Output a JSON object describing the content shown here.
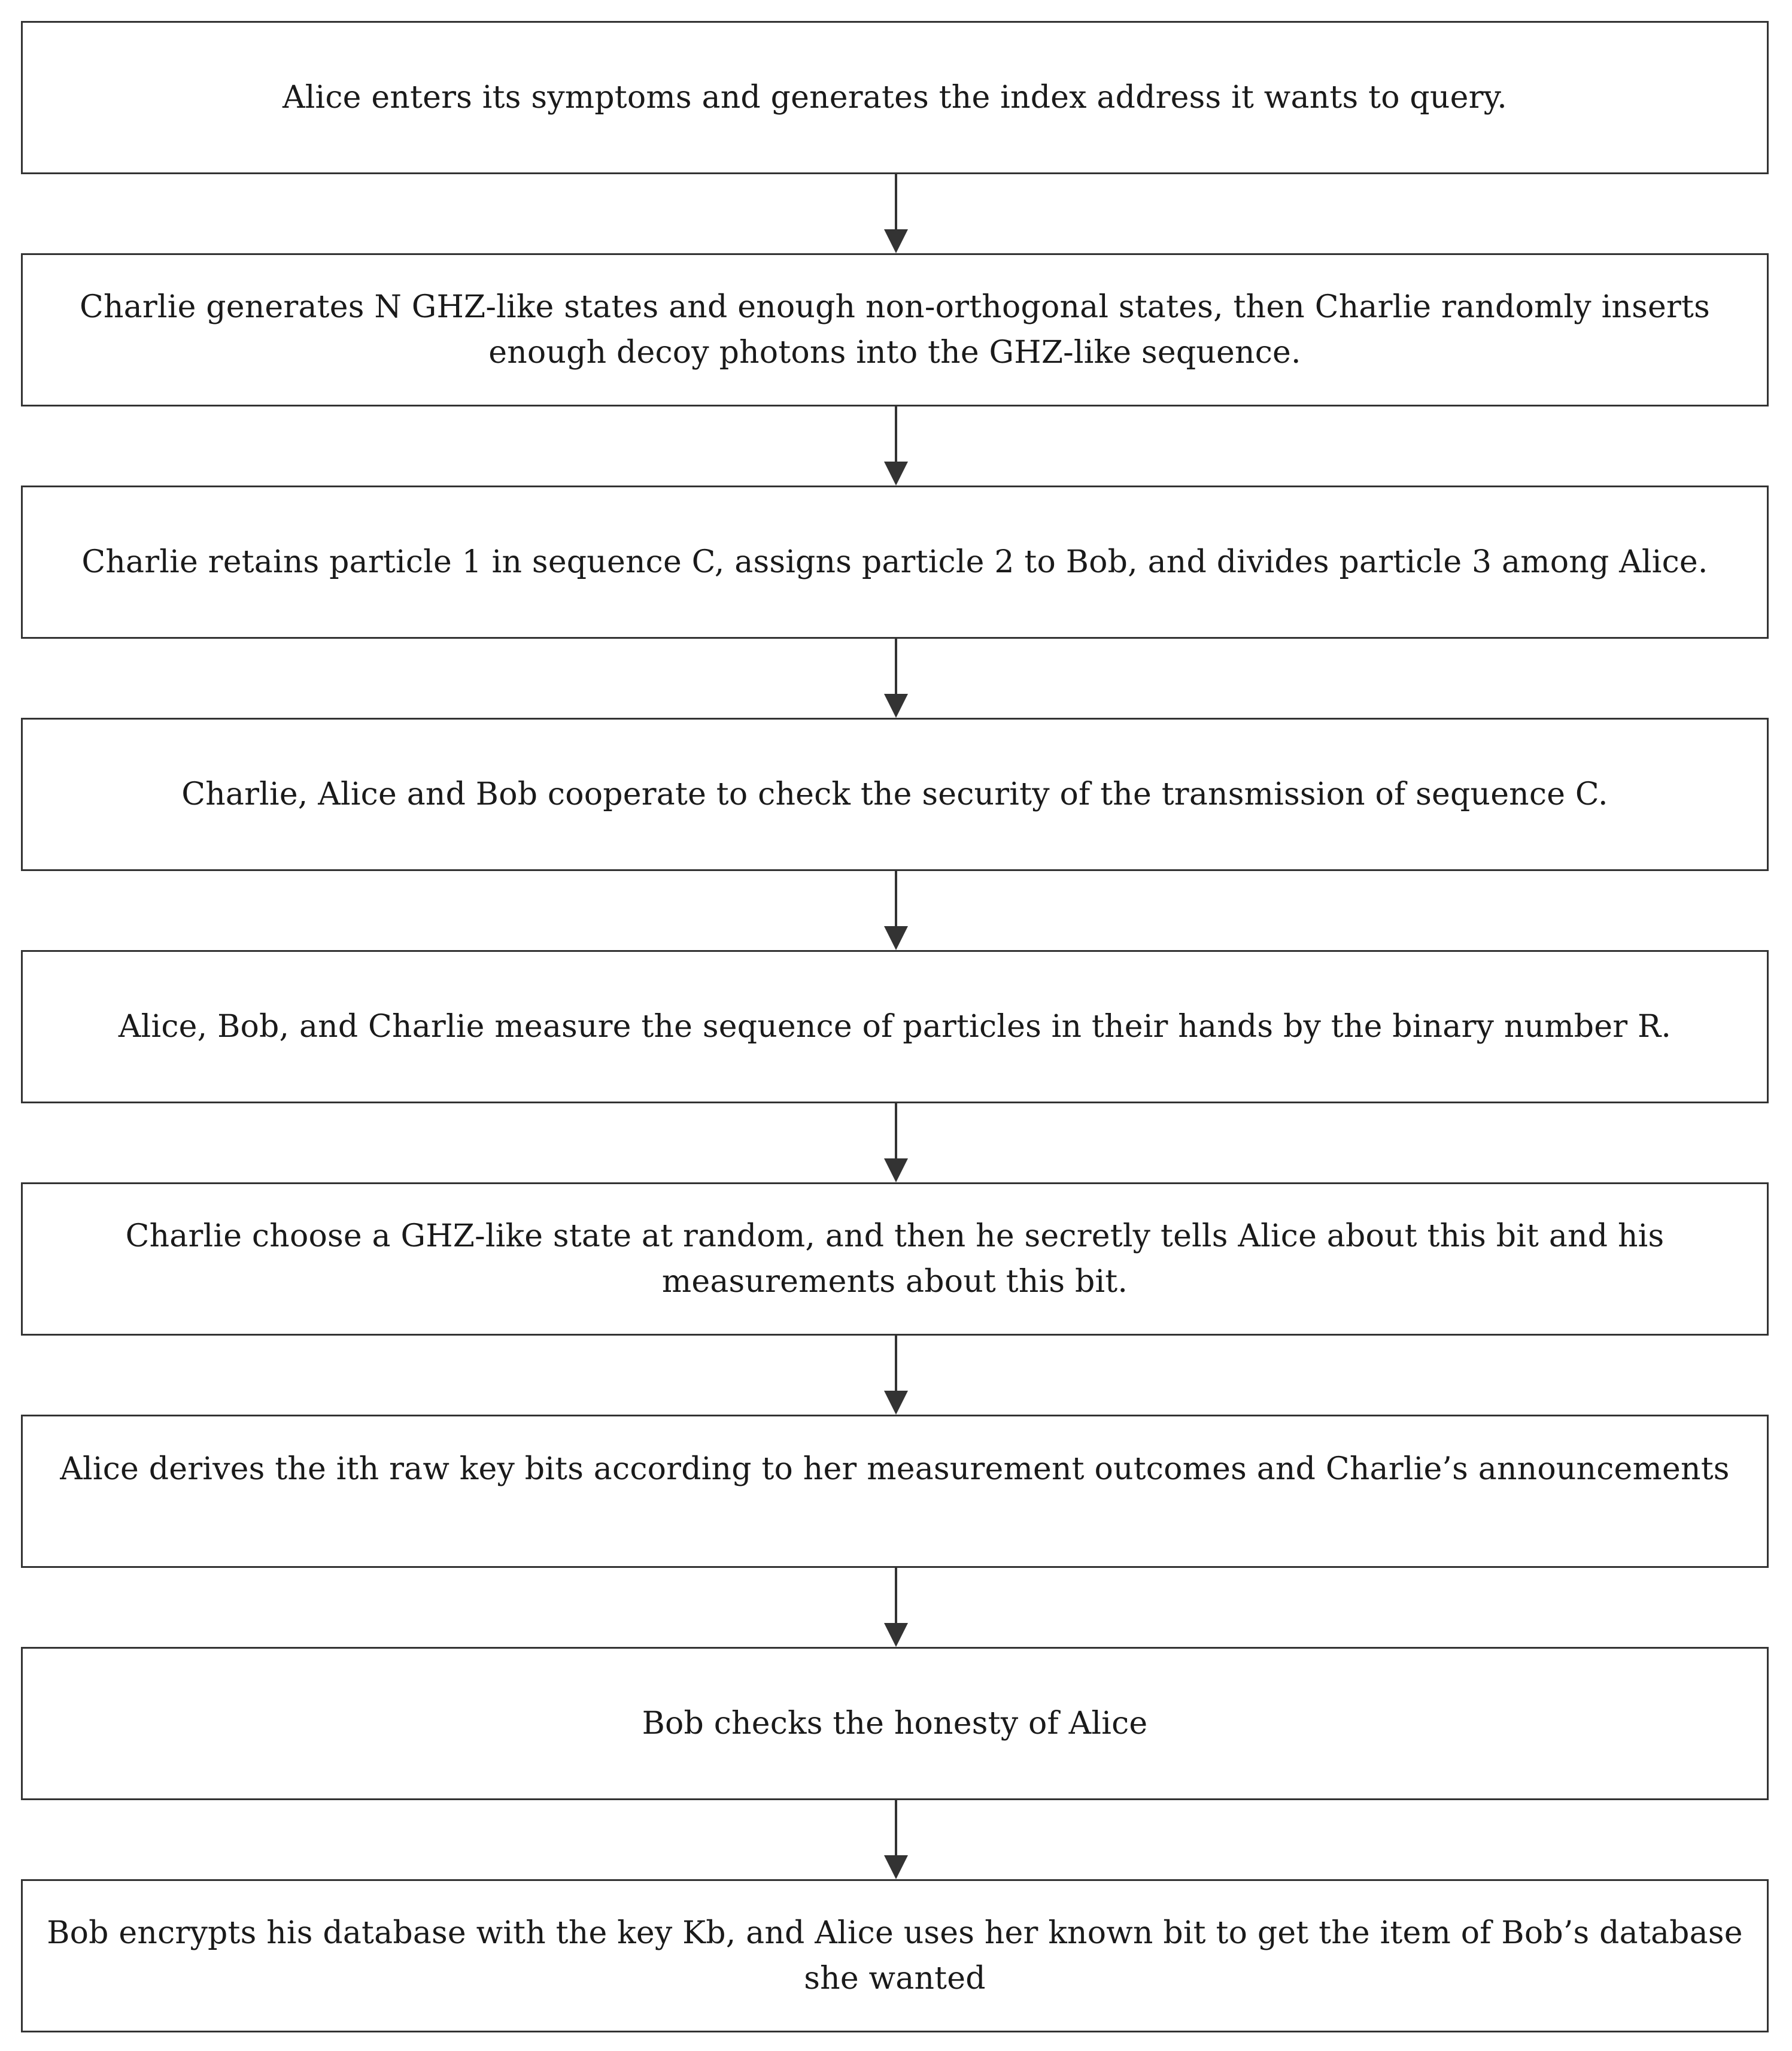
{
  "flowchart": {
    "steps": [
      {
        "text": "Alice enters its symptoms and generates the index address it wants to query."
      },
      {
        "text": "Charlie generates N GHZ-like states  and enough non-orthogonal states, then Charlie randomly inserts enough decoy photons into the GHZ-like sequence."
      },
      {
        "text": "Charlie retains particle 1 in sequence C, assigns particle 2 to Bob, and divides particle 3 among Alice."
      },
      {
        "text": "Charlie, Alice and Bob cooperate to check the security of the transmission of sequence C."
      },
      {
        "text": "Alice, Bob, and Charlie measure the sequence of particles in their hands by the binary number R."
      },
      {
        "text": "Charlie choose a GHZ-like state at random, and then he secretly tells Alice about this bit and his measurements about this bit."
      },
      {
        "text": "Alice derives the ith raw key bits according to her measurement outcomes and Charlie’s announcements"
      },
      {
        "text": "Bob checks the honesty of Alice"
      },
      {
        "text": "Bob encrypts his database with the key Kb, and Alice uses her known bit to get the item of Bob’s database she wanted"
      }
    ],
    "colors": {
      "border": "#333333",
      "arrow": "#333333",
      "text": "#1a1a1a",
      "background": "#ffffff"
    }
  }
}
